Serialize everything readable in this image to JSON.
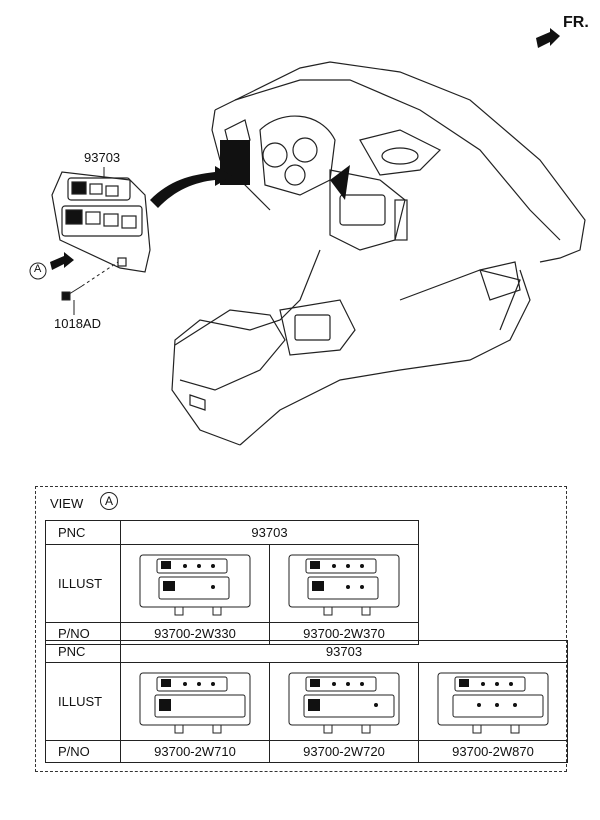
{
  "direction_label": "FR.",
  "callouts": {
    "switch_part": "93703",
    "screw_part": "1018AD",
    "view_marker": "A"
  },
  "view": {
    "label": "VIEW",
    "marker": "A"
  },
  "table_top": {
    "pnc_label": "PNC",
    "illust_label": "ILLUST",
    "pno_label": "P/NO",
    "pnc": "93703",
    "part_numbers": [
      "93700-2W330",
      "93700-2W370"
    ]
  },
  "table_bottom": {
    "pnc_label": "PNC",
    "illust_label": "ILLUST",
    "pno_label": "P/NO",
    "pnc": "93703",
    "part_numbers": [
      "93700-2W710",
      "93700-2W720",
      "93700-2W870"
    ]
  },
  "colors": {
    "line": "#222222",
    "fill_dark": "#111111"
  }
}
